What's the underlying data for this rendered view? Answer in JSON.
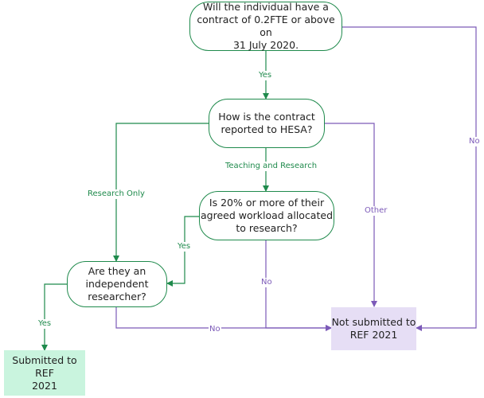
{
  "colors": {
    "green": "#1f8a4c",
    "purple": "#7c5ab8",
    "submitted_fill": "#c9f4de",
    "not_submitted_fill": "#e6def5"
  },
  "nodes": {
    "q_contract": "Will the individual have a\ncontract of 0.2FTE or above on\n31 July 2020.",
    "q_hesa": "How is the contract\nreported to HESA?",
    "q_workload": "Is 20% or more of their\nagreed workload allocated\nto research?",
    "q_independent": "Are they an\nindependent\nresearcher?",
    "submitted": "Submitted to REF\n2021",
    "not_submitted": "Not submitted to\nREF 2021"
  },
  "edge_labels": {
    "yes_contract": "Yes",
    "no_contract": "No",
    "research_only": "Research Only",
    "teaching_research": "Teaching and Research",
    "other": "Other",
    "yes_workload": "Yes",
    "no_workload": "No",
    "yes_independent": "Yes",
    "no_independent": "No"
  }
}
